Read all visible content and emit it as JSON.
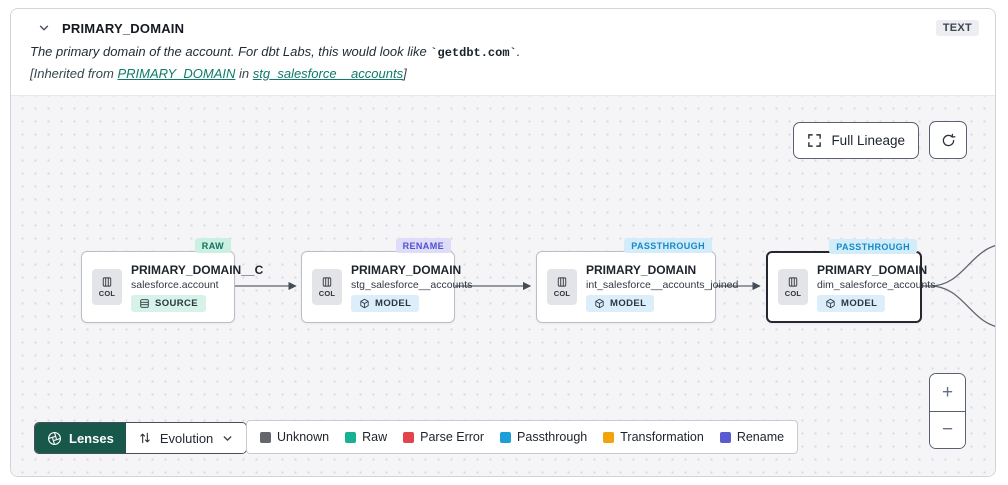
{
  "header": {
    "title": "PRIMARY_DOMAIN",
    "type_badge": "TEXT",
    "description": {
      "prefix": "The primary domain of the account. For dbt Labs, this would look like ",
      "code": "`getdbt.com`",
      "suffix": "."
    },
    "inherited": {
      "prefix": "[Inherited from ",
      "column_link": "PRIMARY_DOMAIN",
      "middle": " in ",
      "model_link": "stg_salesforce__accounts",
      "suffix": "]"
    }
  },
  "toolbar": {
    "full_lineage_label": "Full Lineage"
  },
  "graph": {
    "col_label": "COL",
    "nodes": [
      {
        "tag": {
          "label": "RAW",
          "bg": "#c9f0e1",
          "color": "#156f5e"
        },
        "title": "PRIMARY_DOMAIN__C",
        "subtitle": "salesforce.account",
        "badge": "SOURCE",
        "selected": false
      },
      {
        "tag": {
          "label": "RENAME",
          "bg": "#dedcf9",
          "color": "#4f4fd0"
        },
        "title": "PRIMARY_DOMAIN",
        "subtitle": "stg_salesforce__accounts",
        "badge": "MODEL",
        "selected": false
      },
      {
        "tag": {
          "label": "PASSTHROUGH",
          "bg": "#d2ecfa",
          "color": "#1689c6"
        },
        "title": "PRIMARY_DOMAIN",
        "subtitle": "int_salesforce__accounts_joined",
        "badge": "MODEL",
        "selected": false
      },
      {
        "tag": {
          "label": "PASSTHROUGH",
          "bg": "#d2ecfa",
          "color": "#1689c6"
        },
        "title": "PRIMARY_DOMAIN",
        "subtitle": "dim_salesforce_accounts",
        "badge": "MODEL",
        "selected": true
      }
    ]
  },
  "lenses": {
    "button_label": "Lenses",
    "accent": "#17584a",
    "dropdown_label": "Evolution"
  },
  "legend": {
    "items": [
      {
        "label": "Unknown",
        "color": "#64666c"
      },
      {
        "label": "Raw",
        "color": "#17b092"
      },
      {
        "label": "Parse Error",
        "color": "#e2444d"
      },
      {
        "label": "Passthrough",
        "color": "#1a9fd9"
      },
      {
        "label": "Transformation",
        "color": "#f2a30a"
      },
      {
        "label": "Rename",
        "color": "#5a5ad1"
      }
    ]
  },
  "zoom_controls": {
    "zoom_in": "+",
    "zoom_out": "−"
  },
  "icons": {
    "collapse": "chevron-down",
    "full_lineage": "fullscreen-corners",
    "refresh": "circular-arrow",
    "column": "columns-glyph",
    "source_badge": "table-rows",
    "model_badge": "cube",
    "lenses": "aperture",
    "evolution": "arrows-up-down",
    "dropdown": "chevron-down"
  }
}
